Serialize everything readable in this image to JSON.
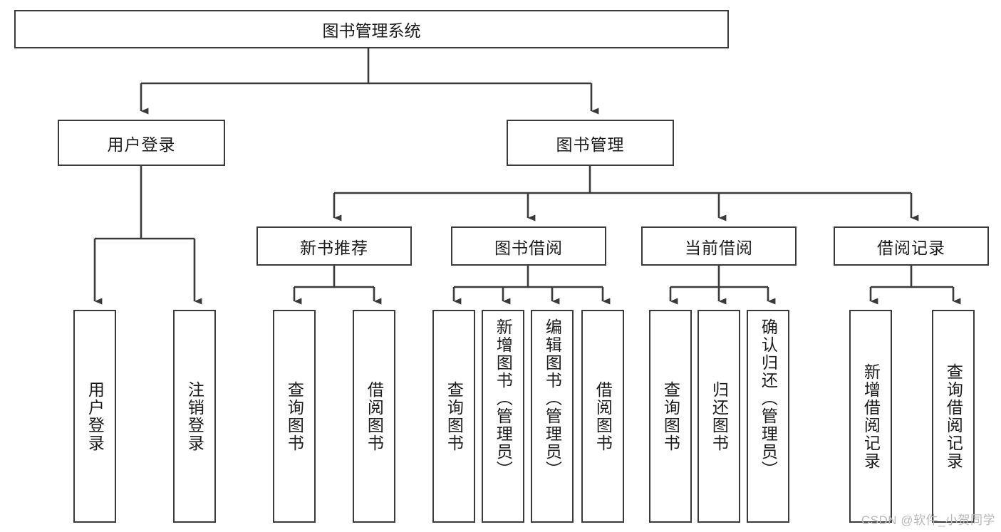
{
  "diagram": {
    "title": "图书管理系统",
    "watermark": "CSDN @软件_小贺同学",
    "colors": {
      "stroke": "#3a3a3a",
      "fill": "#ffffff",
      "text": "#1b1b1b",
      "watermark": "#b9b9b9"
    },
    "root": {
      "label": "图书管理系统"
    },
    "level2": [
      {
        "label": "用户登录"
      },
      {
        "label": "图书管理"
      }
    ],
    "level3": [
      {
        "label": "新书推荐"
      },
      {
        "label": "图书借阅"
      },
      {
        "label": "当前借阅"
      },
      {
        "label": "借阅记录"
      }
    ],
    "leaves": [
      {
        "label": "用户登录"
      },
      {
        "label": "注销登录"
      },
      {
        "label": "查询图书"
      },
      {
        "label": "借阅图书"
      },
      {
        "label": "查询图书"
      },
      {
        "label": "新增图书（管理员）"
      },
      {
        "label": "编辑图书（管理员）"
      },
      {
        "label": "借阅图书"
      },
      {
        "label": "查询图书"
      },
      {
        "label": "归还图书"
      },
      {
        "label": "确认归还（管理员）"
      },
      {
        "label": "新增借阅记录"
      },
      {
        "label": "查询借阅记录"
      }
    ]
  }
}
